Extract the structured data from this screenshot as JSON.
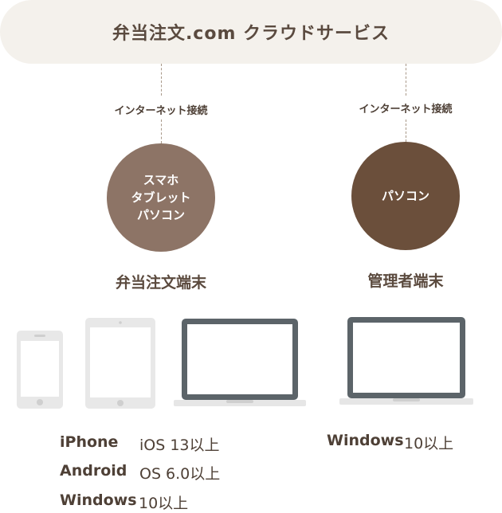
{
  "cloud": {
    "title": "弁当注文.com クラウドサービス"
  },
  "left": {
    "connection": "インターネット接続",
    "devices": [
      "スマホ",
      "タブレット",
      "パソコン"
    ],
    "label": "弁当注文端末",
    "specs": [
      {
        "os": "iPhone",
        "version": "iOS 13以上"
      },
      {
        "os": "Android",
        "version": "OS 6.0以上"
      },
      {
        "os": "Windows",
        "version": "10以上"
      }
    ]
  },
  "right": {
    "connection": "インターネット接続",
    "devices": [
      "パソコン"
    ],
    "label": "管理者端末",
    "specs": [
      {
        "os": "Windows",
        "version": "10以上"
      }
    ]
  },
  "colors": {
    "cloud_bg": "#f4f1ec",
    "circle_left": "#8d7466",
    "circle_right": "#6b4f3b",
    "device_light": "#e6e6e6",
    "device_dark": "#5c6469"
  },
  "icons": [
    "smartphone-icon",
    "tablet-icon",
    "laptop-icon",
    "laptop-icon"
  ]
}
